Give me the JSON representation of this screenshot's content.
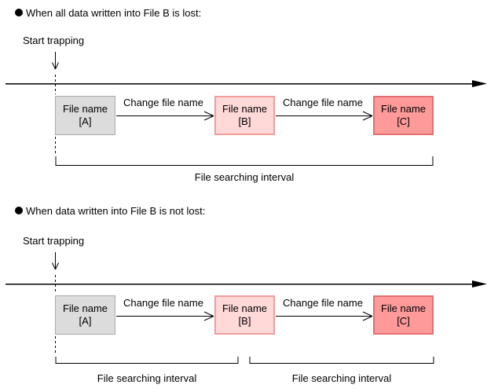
{
  "icons": {
    "bullet": "bullet"
  },
  "colors": {
    "line": "#000000",
    "box_a_fill": "#dcdcdc",
    "box_a_border": "#aaaaaa",
    "box_b_fill": "#ffd8d8",
    "box_b_border": "#f29c9c",
    "box_c_fill": "#ff9a9a",
    "box_c_border": "#e26f6f"
  },
  "sections": [
    {
      "heading": "When all data written into File B is lost:",
      "start_label": "Start trapping",
      "boxes": [
        {
          "line1": "File name",
          "line2": "[A]"
        },
        {
          "line1": "File name",
          "line2": "[B]"
        },
        {
          "line1": "File name",
          "line2": "[C]"
        }
      ],
      "arrows": [
        "Change file name",
        "Change file name"
      ],
      "intervals": [
        "File searching interval"
      ]
    },
    {
      "heading": "When data written into File B is not lost:",
      "start_label": "Start trapping",
      "boxes": [
        {
          "line1": "File name",
          "line2": "[A]"
        },
        {
          "line1": "File name",
          "line2": "[B]"
        },
        {
          "line1": "File name",
          "line2": "[C]"
        }
      ],
      "arrows": [
        "Change file name",
        "Change file name"
      ],
      "intervals": [
        "File searching interval",
        "File searching interval"
      ]
    }
  ]
}
